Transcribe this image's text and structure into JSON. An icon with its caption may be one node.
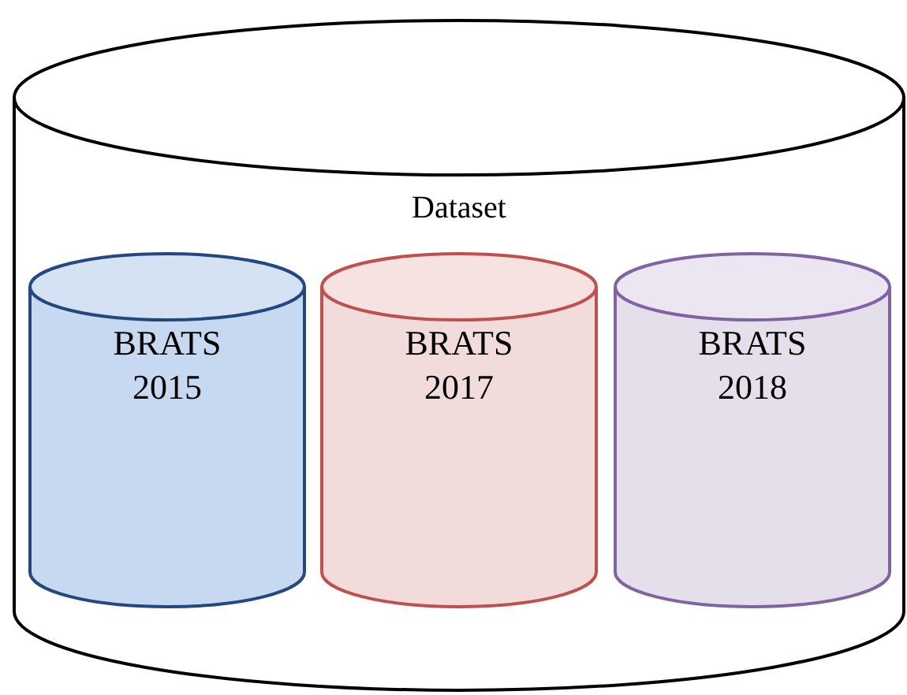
{
  "diagram": {
    "nodes": [
      {
        "text": [
          "Dataset"
        ]
      },
      {
        "text": [
          "BRATS 2015"
        ],
        "in": 0
      },
      {
        "text": [
          "BRATS 2017"
        ],
        "in": 0
      },
      {
        "text": [
          "BRATS 2018"
        ],
        "in": 0
      }
    ]
  }
}
